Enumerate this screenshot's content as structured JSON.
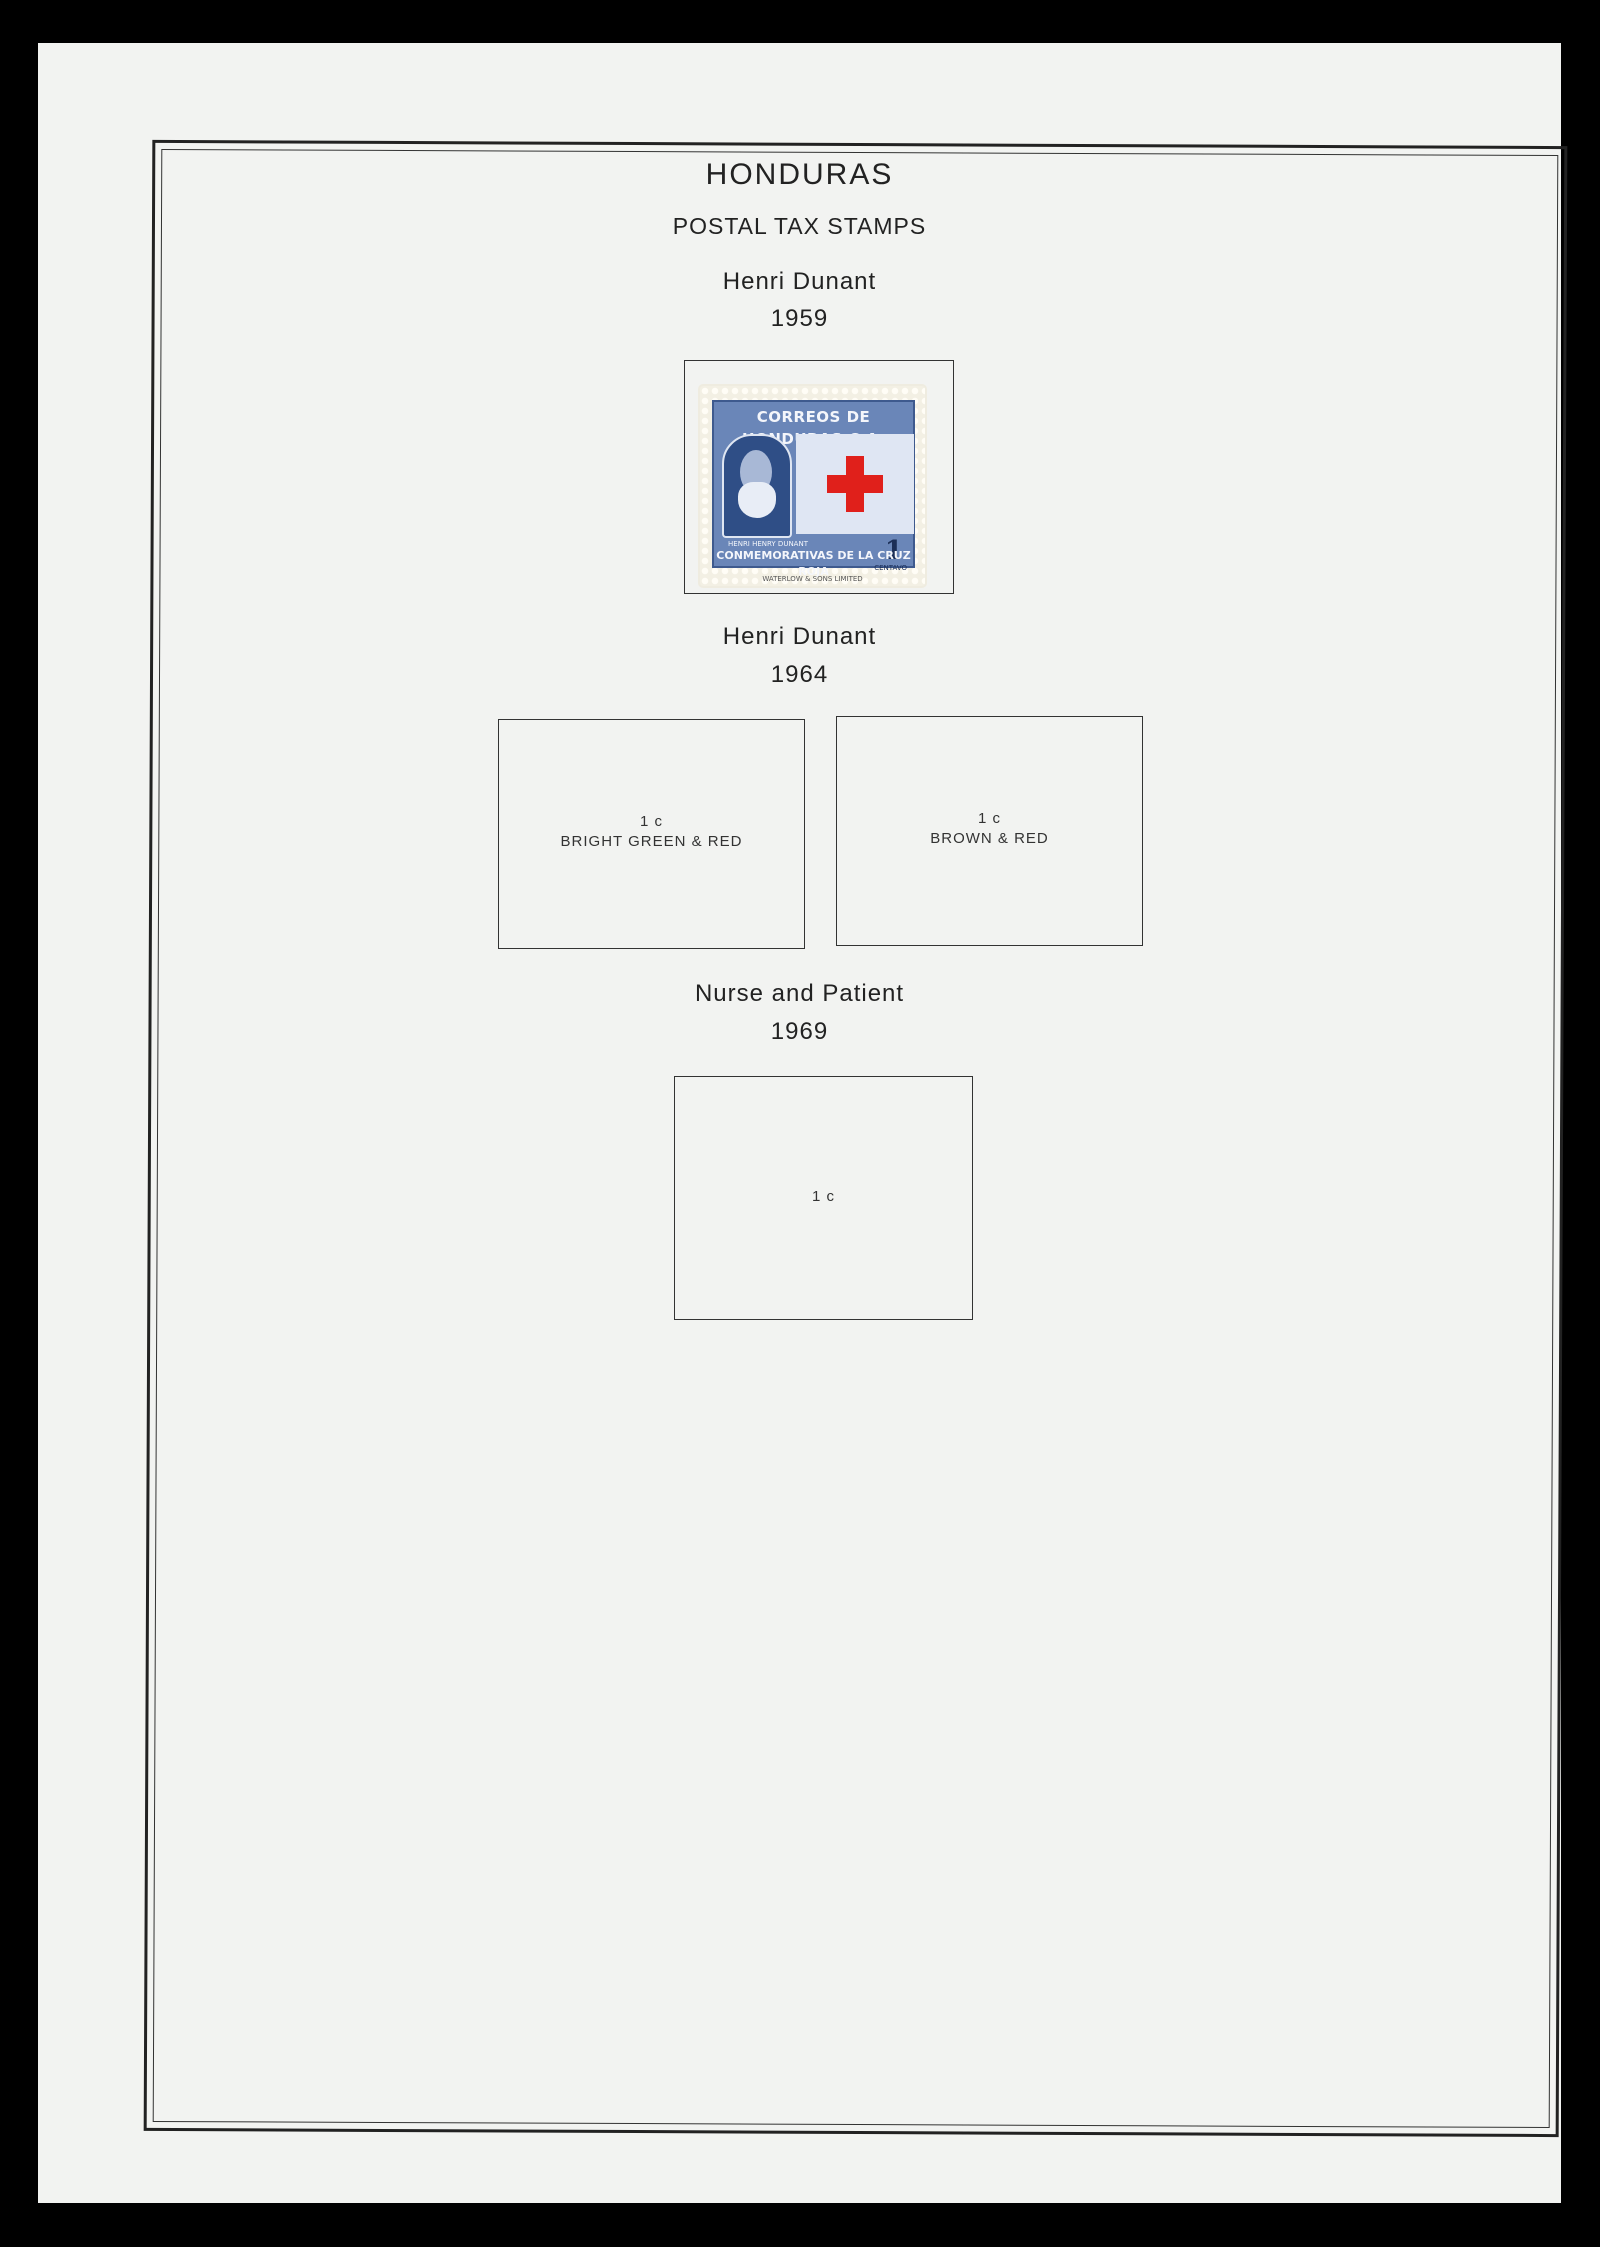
{
  "page": {
    "country": "HONDURAS",
    "section": "POSTAL TAX STAMPS"
  },
  "issues": [
    {
      "title": "Henri Dunant",
      "year": "1959",
      "stamp": {
        "top_text": "CORREOS DE HONDURAS,C.A.",
        "ribbon_text": "HENRI HENRY DUNANT",
        "value": "1",
        "value_unit": "CENTAVO",
        "bottom_text": "CONMEMORATIVAS DE LA CRUZ ROJA",
        "printer": "WATERLOW & SONS LIMITED",
        "colors": {
          "frame": "#6a86b8",
          "cross": "#e0201b"
        }
      }
    },
    {
      "title": "Henri Dunant",
      "year": "1964",
      "spaces": [
        {
          "value": "1 c",
          "description": "BRIGHT GREEN & RED"
        },
        {
          "value": "1 c",
          "description": "BROWN & RED"
        }
      ]
    },
    {
      "title": "Nurse and Patient",
      "year": "1969",
      "spaces": [
        {
          "value": "1 c"
        }
      ]
    }
  ]
}
